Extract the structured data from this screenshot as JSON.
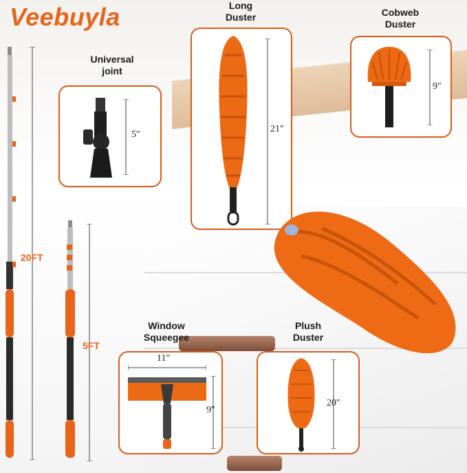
{
  "brand": "Veebuyla",
  "pole_long": {
    "label": "20FT"
  },
  "pole_short": {
    "label": "5FT"
  },
  "universal_joint": {
    "title_line1": "Universal",
    "title_line2": "joint",
    "size": "5″"
  },
  "long_duster": {
    "title_line1": "Long",
    "title_line2": "Duster",
    "size": "21″"
  },
  "cobweb_duster": {
    "title_line1": "Cobweb",
    "title_line2": "Duster",
    "size": "9″"
  },
  "window_squeegee": {
    "title_line1": "Window",
    "title_line2": "Squeegee",
    "width": "11″",
    "height": "9″"
  },
  "plush_duster": {
    "title_line1": "Plush",
    "title_line2": "Duster",
    "size": "20″"
  },
  "colors": {
    "accent": "#e8641b",
    "border": "#d95a1b",
    "pole": "#2b2b2b",
    "grip": "#e8641b"
  }
}
